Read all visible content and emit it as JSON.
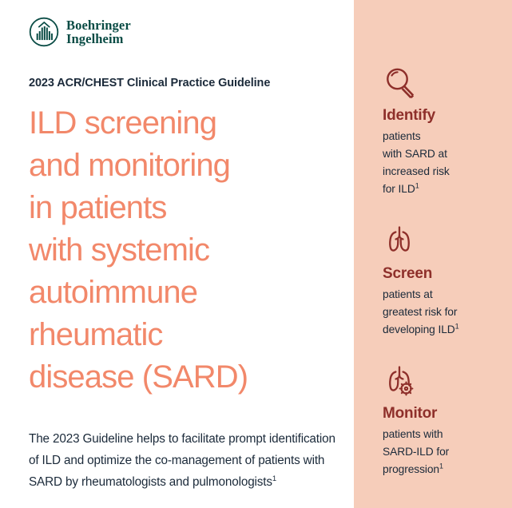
{
  "colors": {
    "accent_headline": "#f2886a",
    "panel_background": "#f6cdba",
    "step_title": "#8e2f2a",
    "icon_stroke": "#8e2f2a",
    "brand_green": "#0a4c45",
    "body_text": "#1b2a3a",
    "page_background": "#ffffff"
  },
  "brand": {
    "logo_icon": "boehringer-ingelheim-mark",
    "name_line1": "Boehringer",
    "name_line2": "Ingelheim",
    "name": "Boehringer\nIngelheim"
  },
  "left": {
    "eyebrow": "2023 ACR/CHEST Clinical Practice Guideline",
    "headline": "ILD screening\nand monitoring\nin patients\nwith systemic\nautoimmune\nrheumatic\ndisease (SARD)",
    "body_paragraph": "The 2023 Guideline helps to facilitate prompt identification of ILD and optimize the co-management of patients with SARD by rheumatologists and pulmonologists",
    "body_footnote_marker": "1"
  },
  "right": {
    "steps": [
      {
        "icon": "magnifying-glass-icon",
        "title": "Identify",
        "description": "patients\nwith SARD at\nincreased risk\nfor ILD",
        "footnote_marker": "1"
      },
      {
        "icon": "lungs-icon",
        "title": "Screen",
        "description": "patients at\ngreatest risk for\ndeveloping ILD",
        "footnote_marker": "1"
      },
      {
        "icon": "lungs-gear-icon",
        "title": "Monitor",
        "description": "patients with\nSARD-ILD for\nprogression",
        "footnote_marker": "1"
      }
    ]
  }
}
